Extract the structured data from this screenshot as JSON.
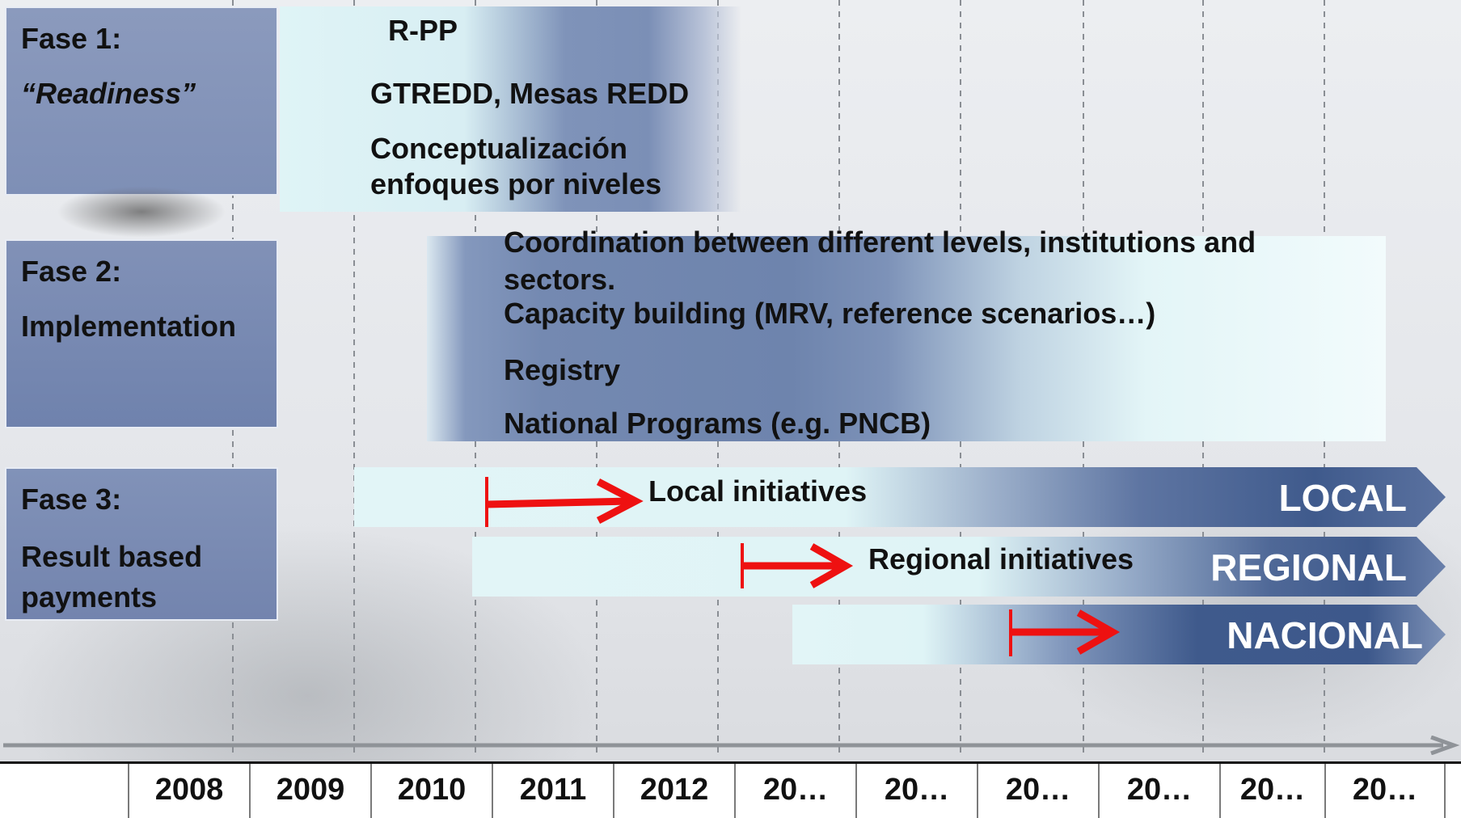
{
  "phases": [
    {
      "line1": "Fase 1:",
      "line2": "“Readiness”"
    },
    {
      "line1": "Fase 2:",
      "line2": "Implementation"
    },
    {
      "line1": "Fase 3:",
      "line2": "Result based",
      "line3": "payments"
    }
  ],
  "phase1_box": {
    "items": [
      "R-PP",
      "GTREDD, Mesas REDD",
      "Conceptualización",
      "enfoques por niveles"
    ]
  },
  "phase2_box": {
    "items": [
      "Coordination between different levels, institutions and",
      "sectors.",
      "Capacity building (MRV,  reference scenarios…)",
      "Registry",
      "National Programs (e.g. PNCB)"
    ]
  },
  "phase3": {
    "local_label": "Local initiatives",
    "regional_label": "Regional initiatives",
    "levels": [
      "LOCAL",
      "REGIONAL",
      "NACIONAL"
    ]
  },
  "timeline": {
    "years": [
      "2008",
      "2009",
      "2010",
      "2011",
      "2012",
      "20…",
      "20…",
      "20…",
      "20…",
      "20…",
      "20…"
    ]
  },
  "colors": {
    "phase_box": "#7e8fb6",
    "arrow": "#ee1111",
    "band_dark": "#3f5a8c",
    "band_light": "#dff4f6"
  }
}
